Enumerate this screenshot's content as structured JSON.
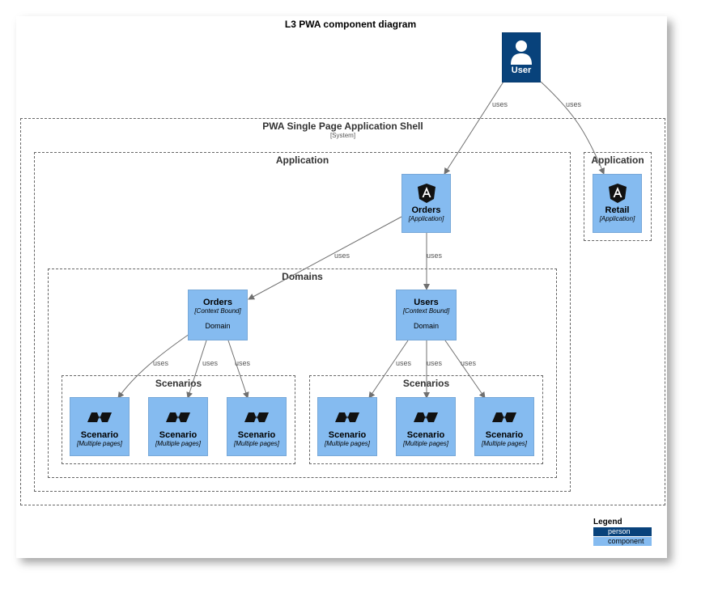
{
  "title": "L3 PWA component diagram",
  "system": {
    "label": "PWA Single Page Application Shell",
    "type": "[System]"
  },
  "app_boundary_main": {
    "label": "Application"
  },
  "app_boundary_retail": {
    "label": "Application"
  },
  "domains": {
    "label": "Domains"
  },
  "scenarios_left": {
    "label": "Scenarios"
  },
  "scenarios_right": {
    "label": "Scenarios"
  },
  "user": {
    "name": "User"
  },
  "orders_app": {
    "name": "Orders",
    "type": "[Application]"
  },
  "retail_app": {
    "name": "Retail",
    "type": "[Application]"
  },
  "orders_domain": {
    "name": "Orders",
    "type": "[Context Bound]",
    "desc": "Domain"
  },
  "users_domain": {
    "name": "Users",
    "type": "[Context Bound]",
    "desc": "Domain"
  },
  "scenarios": [
    {
      "name": "Scenario",
      "type": "[Multiple pages]"
    },
    {
      "name": "Scenario",
      "type": "[Multiple pages]"
    },
    {
      "name": "Scenario",
      "type": "[Multiple pages]"
    },
    {
      "name": "Scenario",
      "type": "[Multiple pages]"
    },
    {
      "name": "Scenario",
      "type": "[Multiple pages]"
    },
    {
      "name": "Scenario",
      "type": "[Multiple pages]"
    }
  ],
  "edge_label": "uses",
  "legend": {
    "title": "Legend",
    "items": [
      {
        "label": "person",
        "color": "#08427B"
      },
      {
        "label": "component",
        "color": "#85BBF0"
      }
    ]
  },
  "colors": {
    "component": "#85BBF0",
    "person": "#08427B",
    "edge": "#707070"
  },
  "icons": {
    "user": "person-icon",
    "app": "angular-icon",
    "scenario": "nativescript-icon"
  }
}
